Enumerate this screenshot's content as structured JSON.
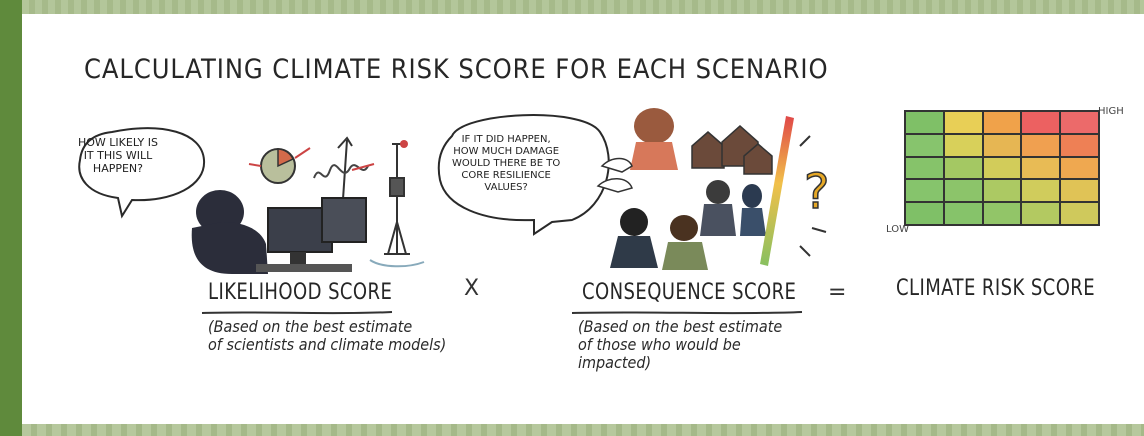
{
  "title": "CALCULATING CLIMATE RISK SCORE FOR EACH SCENARIO",
  "bubbles": {
    "likelihood_question": "HOW LIKELY IS\nIT THIS WILL\nHAPPEN?",
    "consequence_question": "IF IT DID HAPPEN,\nHOW MUCH DAMAGE\nWOULD THERE BE TO\nCORE RESILIENCE\nVALUES?"
  },
  "terms": {
    "likelihood": {
      "label": "LIKELIHOOD SCORE",
      "note": "(Based on the best estimate\nof scientists and climate models)"
    },
    "consequence": {
      "label": "CONSEQUENCE SCORE",
      "note": "(Based on the best estimate\nof those who would be\nimpacted)"
    },
    "result": {
      "label": "CLIMATE RISK SCORE"
    }
  },
  "operators": {
    "multiply": "X",
    "equals": "="
  },
  "matrix": {
    "high_label": "HIGH",
    "low_label": "LOW",
    "rows": [
      [
        "#7fc067",
        "#e8cf56",
        "#f0a24a",
        "#ec6161",
        "#ec6a6a"
      ],
      [
        "#87c46d",
        "#d8d05a",
        "#e6b653",
        "#f0a050",
        "#ee8055"
      ],
      [
        "#86c36a",
        "#a4c863",
        "#d2cc5a",
        "#e8bb55",
        "#efa850"
      ],
      [
        "#86c46c",
        "#8cc46a",
        "#acc963",
        "#d0cc5c",
        "#e0c356"
      ],
      [
        "#7fc067",
        "#86c36a",
        "#92c568",
        "#b3c961",
        "#cfc95c"
      ]
    ]
  },
  "colors": {
    "frame_green": "#5f8a3c",
    "background_texture": "#a9bd8c",
    "panel": "#ffffff",
    "ink": "#262626"
  }
}
